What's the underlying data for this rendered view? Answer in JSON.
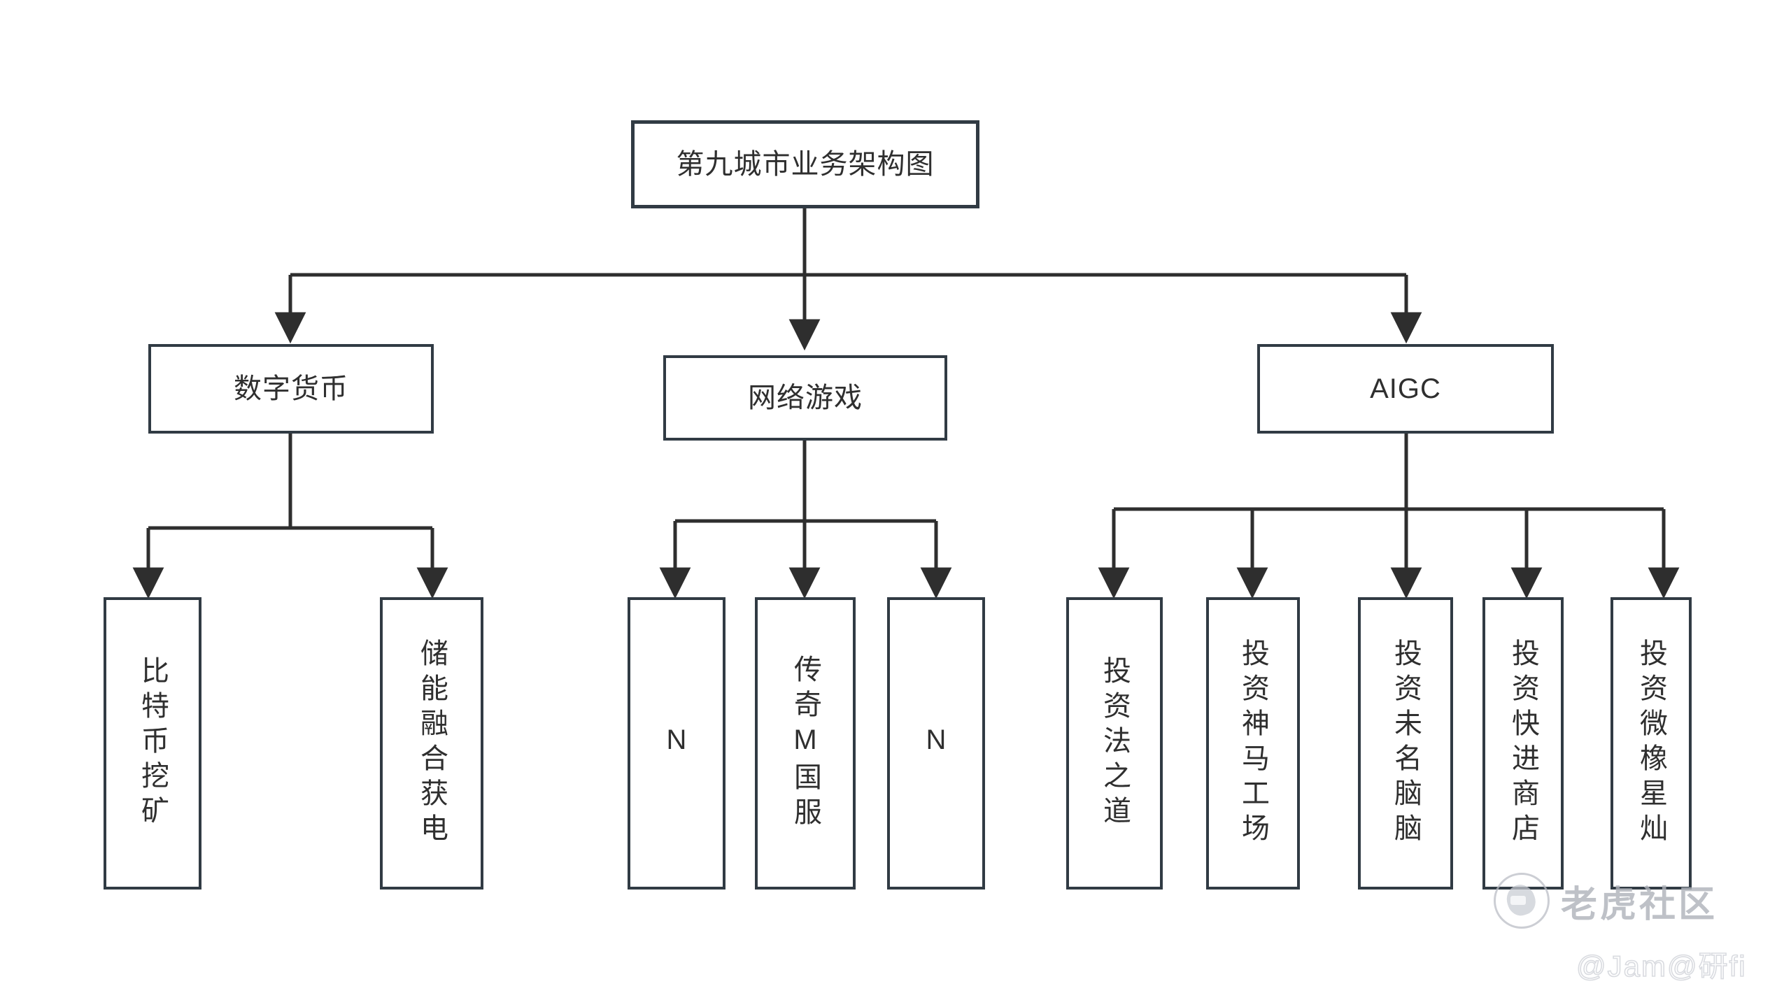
{
  "diagram": {
    "title_node": {
      "id": "root",
      "label": "第九城市业务架构图"
    },
    "level1": [
      {
        "id": "crypto",
        "label": "数字货币"
      },
      {
        "id": "games",
        "label": "网络游戏"
      },
      {
        "id": "aigc",
        "label": "AIGC"
      }
    ],
    "level2": {
      "crypto": [
        {
          "id": "btc-mining",
          "label": "比特币挖矿"
        },
        {
          "id": "storage-power",
          "label": "储能融合获电"
        }
      ],
      "games": [
        {
          "id": "game-n1",
          "label": "N"
        },
        {
          "id": "legend-m-cn",
          "label": "传奇M国服"
        },
        {
          "id": "game-n2",
          "label": "N"
        }
      ],
      "aigc": [
        {
          "id": "invest-fazhidao",
          "label": "投资法之道"
        },
        {
          "id": "invest-shenma",
          "label": "投资神马工场"
        },
        {
          "id": "invest-weiming",
          "label": "投资未名脑脑"
        },
        {
          "id": "invest-kuaijin",
          "label": "投资快进商店"
        },
        {
          "id": "invest-weixiang",
          "label": "投资微橡星灿"
        }
      ]
    },
    "colors": {
      "background": "#ffffff",
      "node_border": "#313b44",
      "node_fill": "#ffffff",
      "edge": "#2e2e2e",
      "text": "#2f2f2f",
      "watermark": "#aeb2ba"
    }
  },
  "watermark": {
    "brand": "老虎社区",
    "handle": "@Jam@研fi",
    "logo_icon": "tiger-logo-icon"
  }
}
